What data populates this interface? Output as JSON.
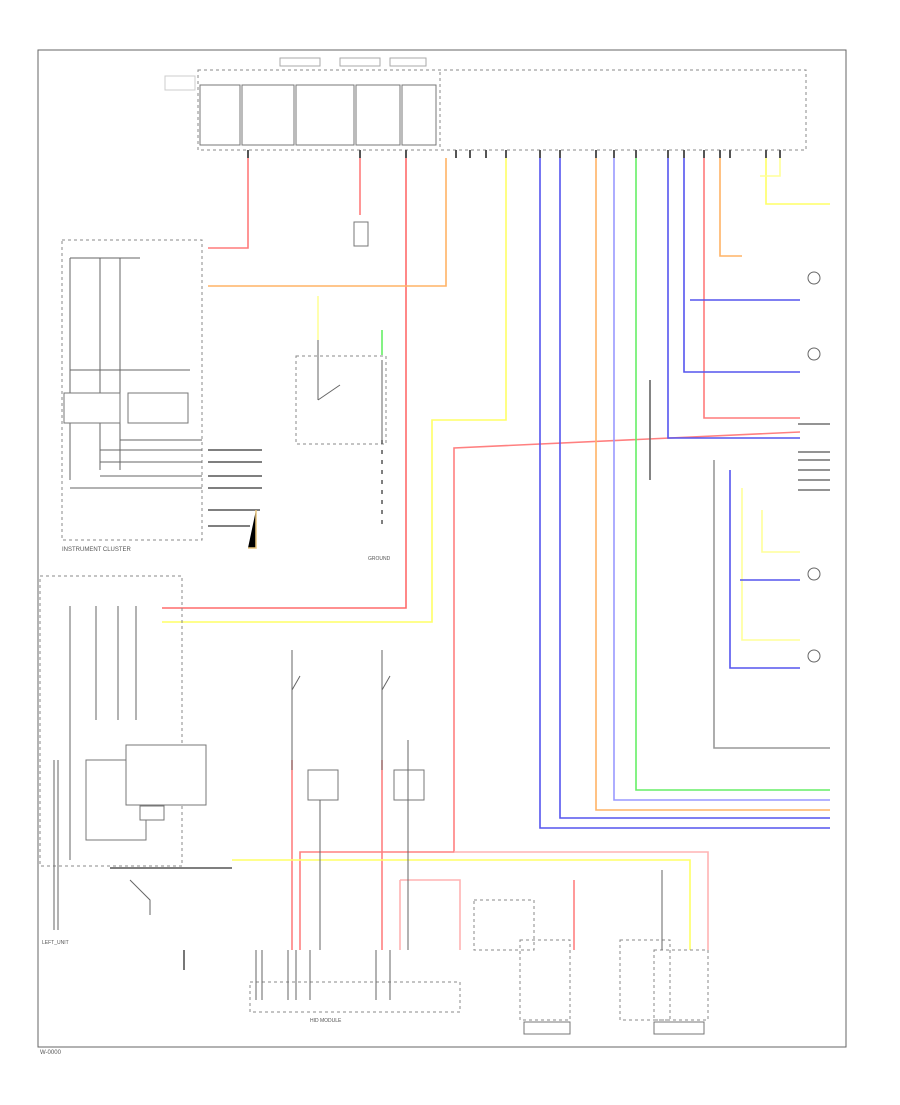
{
  "diagram": {
    "footer_code": "W-0000",
    "labels": {
      "instrument_cluster": "INSTRUMENT CLUSTER",
      "left_unit": "LEFT_UNIT",
      "ground_bottom": "GROUND",
      "bottom_module": "HID MODULE"
    },
    "colors": {
      "red": "#ff7b7b",
      "pink": "#ffb3b3",
      "orange": "#ffb366",
      "yellow": "#ffff66",
      "light_yellow": "#ffff99",
      "blue": "#5555ee",
      "light_blue": "#9999ff",
      "green": "#66ee66",
      "tan": "#e6c27a",
      "gray": "#999999"
    }
  }
}
